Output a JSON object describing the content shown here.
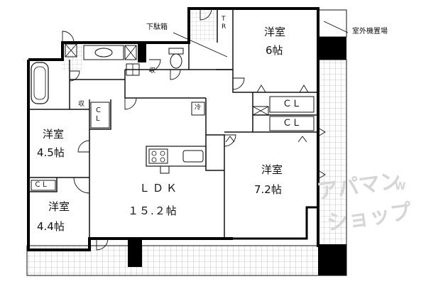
{
  "rooms": {
    "western_6": {
      "name": "洋室",
      "size": "6帖"
    },
    "western_45": {
      "name": "洋室",
      "size": "4.5帖"
    },
    "western_44": {
      "name": "洋室",
      "size": "4.4帖"
    },
    "western_72": {
      "name": "洋室",
      "size": "7.2帖"
    },
    "ldk": {
      "name": "ＬＤＫ",
      "size": "１５.２帖"
    }
  },
  "labels": {
    "shoe_box": "下駄箱",
    "outdoor_unit": "室外機置場",
    "tr": "T\nR",
    "cl_top": "ＣＬ",
    "cl_mid": "ＣＬ",
    "cl_left": "ＣＬ",
    "cl_vertical": "C\nL",
    "storage": "収",
    "storage_hall": "収",
    "fridge": "冷"
  },
  "watermark": {
    "line1": "アパマン",
    "line2": "ショップ",
    "small": "W"
  },
  "colors": {
    "wall": "#000000",
    "line": "#111111",
    "hatch": "#9a9a9a"
  }
}
